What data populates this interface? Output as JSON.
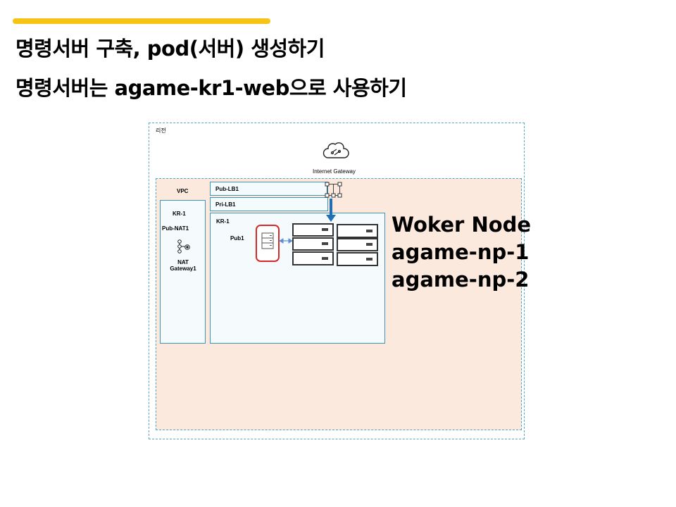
{
  "colors": {
    "accent": "#f6c415",
    "region_border": "#5aa7c0",
    "vpc_fill": "#fce9de",
    "subnet_border": "#3f95b8",
    "server_highlight": "#d62a2a",
    "arrow": "#1f6fb5"
  },
  "slide": {
    "title_line1": "명령서버 구축, pod(서버) 생성하기",
    "title_line2": "명령서버는 agame-kr1-web으로 사용하기"
  },
  "diagram": {
    "region_label": "리전",
    "internet_gateway_label": "Internet Gateway",
    "vpc_label": "VPC",
    "lb_public": "Pub-LB1",
    "lb_private": "Pri-LB1",
    "left_zone_label": "KR-1",
    "left_subnet_label": "Pub-NAT1",
    "nat_label_line1": "NAT",
    "nat_label_line2": "Gateway1",
    "right_zone_label": "KR-1",
    "right_subnet_label": "Pub1",
    "icons": [
      "cloud-gateway-icon",
      "load-balancer-icon",
      "nat-gateway-icon",
      "server-icon",
      "server-rack-icon"
    ]
  },
  "worker_nodes": {
    "heading": "Woker Node",
    "node1": "agame-np-1",
    "node2": "agame-np-2"
  }
}
